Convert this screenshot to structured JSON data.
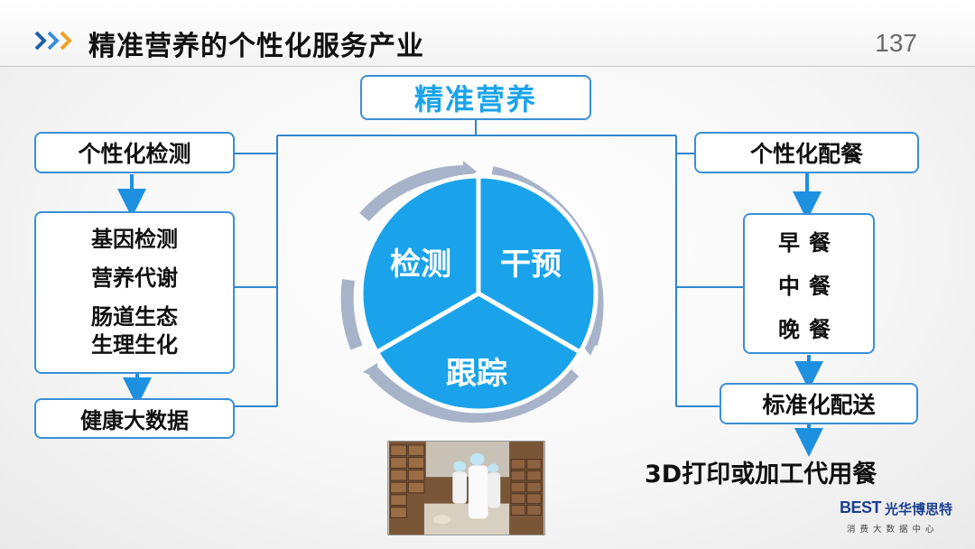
{
  "slide": {
    "title": "精准营养的个性化服务产业",
    "page_number": "137"
  },
  "top": {
    "label": "精准营养"
  },
  "left": {
    "header": "个性化检测",
    "items": [
      "基因检测",
      "营养代谢",
      "肠道生态",
      "生理生化"
    ],
    "footer": "健康大数据"
  },
  "cycle": {
    "segments": [
      "检测",
      "干预",
      "跟踪"
    ],
    "fill_color": "#1aa3ea",
    "ring_color": "#a7b3c9"
  },
  "right": {
    "header": "个性化配餐",
    "meals": [
      "早餐",
      "中餐",
      "晚餐"
    ],
    "delivery": "标准化配送",
    "final": "3D打印或加工代用餐"
  },
  "logo": {
    "mark": "BEST",
    "name_cn": "光华博思特",
    "subtitle": "消费大数据中心"
  },
  "colors": {
    "accent_blue": "#1aa3ea",
    "border_blue": "#3a8fd6",
    "arrow_blue": "#1e90e0"
  }
}
